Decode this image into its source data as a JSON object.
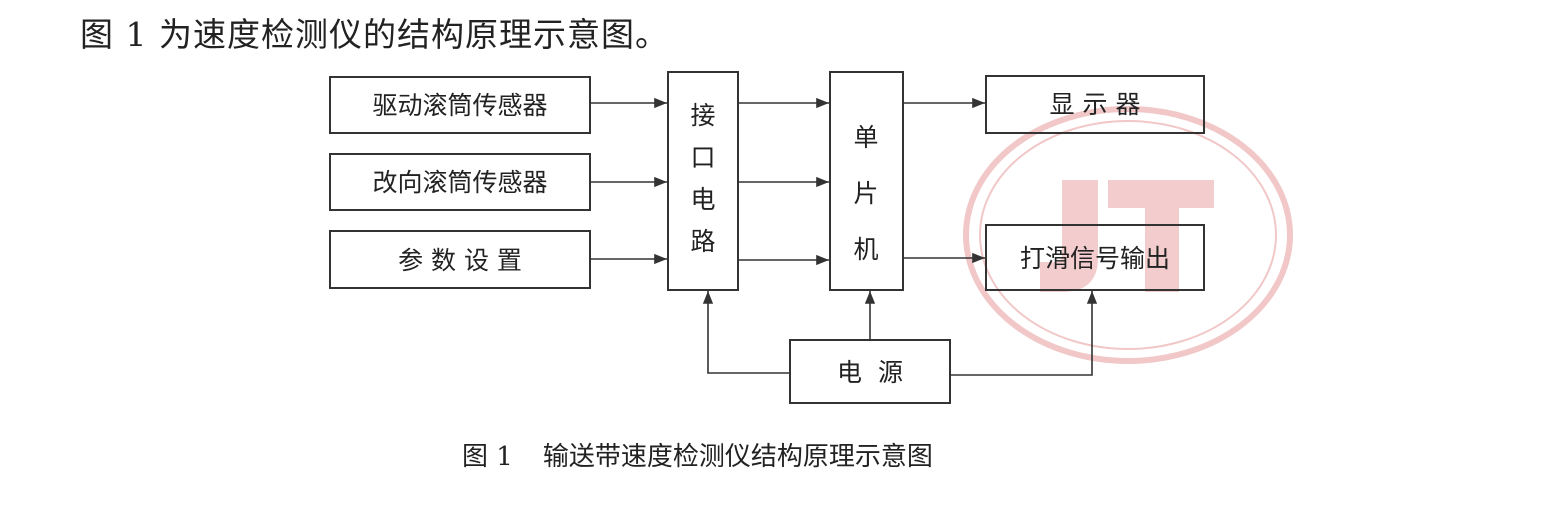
{
  "intro_text": "图 1 为速度检测仪的结构原理示意图。",
  "diagram": {
    "inputs": [
      "驱动滚筒传感器",
      "改向滚筒传感器",
      "参 数 设 置"
    ],
    "interface": [
      "接",
      "口",
      "电",
      "路"
    ],
    "mcu": [
      "单",
      "片",
      "机"
    ],
    "display": "显 示 器",
    "slip_output": "打滑信号输出",
    "power": "电  源"
  },
  "stamp": {
    "letters": "JT",
    "color": "#e8a0a0"
  },
  "caption": {
    "number": "图 1",
    "title": "输送带速度检测仪结构原理示意图"
  }
}
